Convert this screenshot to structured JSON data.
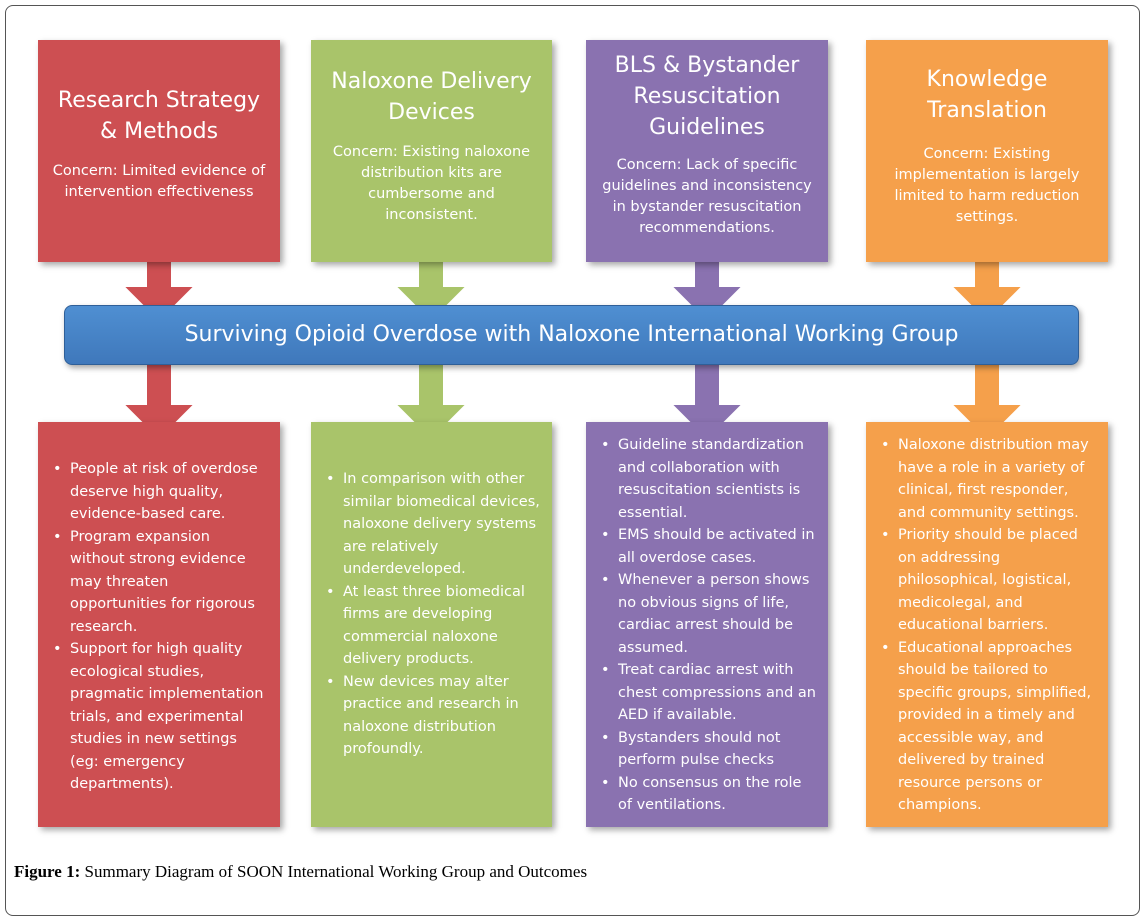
{
  "colors": {
    "research": "#cd4f52",
    "devices": "#a9c46a",
    "bls": "#8a72b0",
    "knowledge": "#f5a04b",
    "banner": "#4a87c8"
  },
  "banner": {
    "title": "Surviving Opioid Overdose with Naloxone International Working Group"
  },
  "columns": [
    {
      "title": "Research Strategy & Methods",
      "concern": "Concern: Limited evidence of intervention effectiveness",
      "bullets": [
        "People at risk of overdose deserve high quality, evidence-based care.",
        "Program expansion without strong evidence may threaten opportunities for rigorous research.",
        "Support for high quality ecological studies, pragmatic implementation trials, and experimental studies in new settings (eg: emergency departments)."
      ]
    },
    {
      "title": "Naloxone Delivery Devices",
      "concern": "Concern: Existing naloxone distribution kits are cumbersome and inconsistent.",
      "bullets": [
        "In comparison with other similar biomedical devices, naloxone delivery systems are relatively underdeveloped.",
        "At least three biomedical firms are developing commercial naloxone delivery products.",
        "New devices may alter practice and research in naloxone distribution profoundly."
      ]
    },
    {
      "title": "BLS & Bystander Resuscitation Guidelines",
      "concern": "Concern: Lack of specific guidelines and inconsistency in bystander resuscitation recommendations.",
      "bullets": [
        "Guideline standardization and collaboration with resuscitation scientists is essential.",
        "EMS should be activated in all overdose cases.",
        "Whenever a person shows no obvious signs of life, cardiac arrest should be assumed.",
        "Treat cardiac arrest with chest compressions and an AED if available.",
        "Bystanders should not perform pulse checks",
        "No consensus on the role of ventilations."
      ]
    },
    {
      "title": "Knowledge Translation",
      "concern": "Concern: Existing implementation is largely limited to harm reduction settings.",
      "bullets": [
        "Naloxone distribution may have a role in a variety of clinical, first responder, and community settings.",
        "Priority should be placed on addressing philosophical, logistical, medicolegal, and educational barriers.",
        "Educational approaches should be tailored to specific groups, simplified, provided in a timely and accessible way, and delivered by trained resource persons or champions."
      ]
    }
  ],
  "caption": {
    "label": "Figure 1:",
    "text": " Summary Diagram of SOON International Working Group and Outcomes"
  }
}
